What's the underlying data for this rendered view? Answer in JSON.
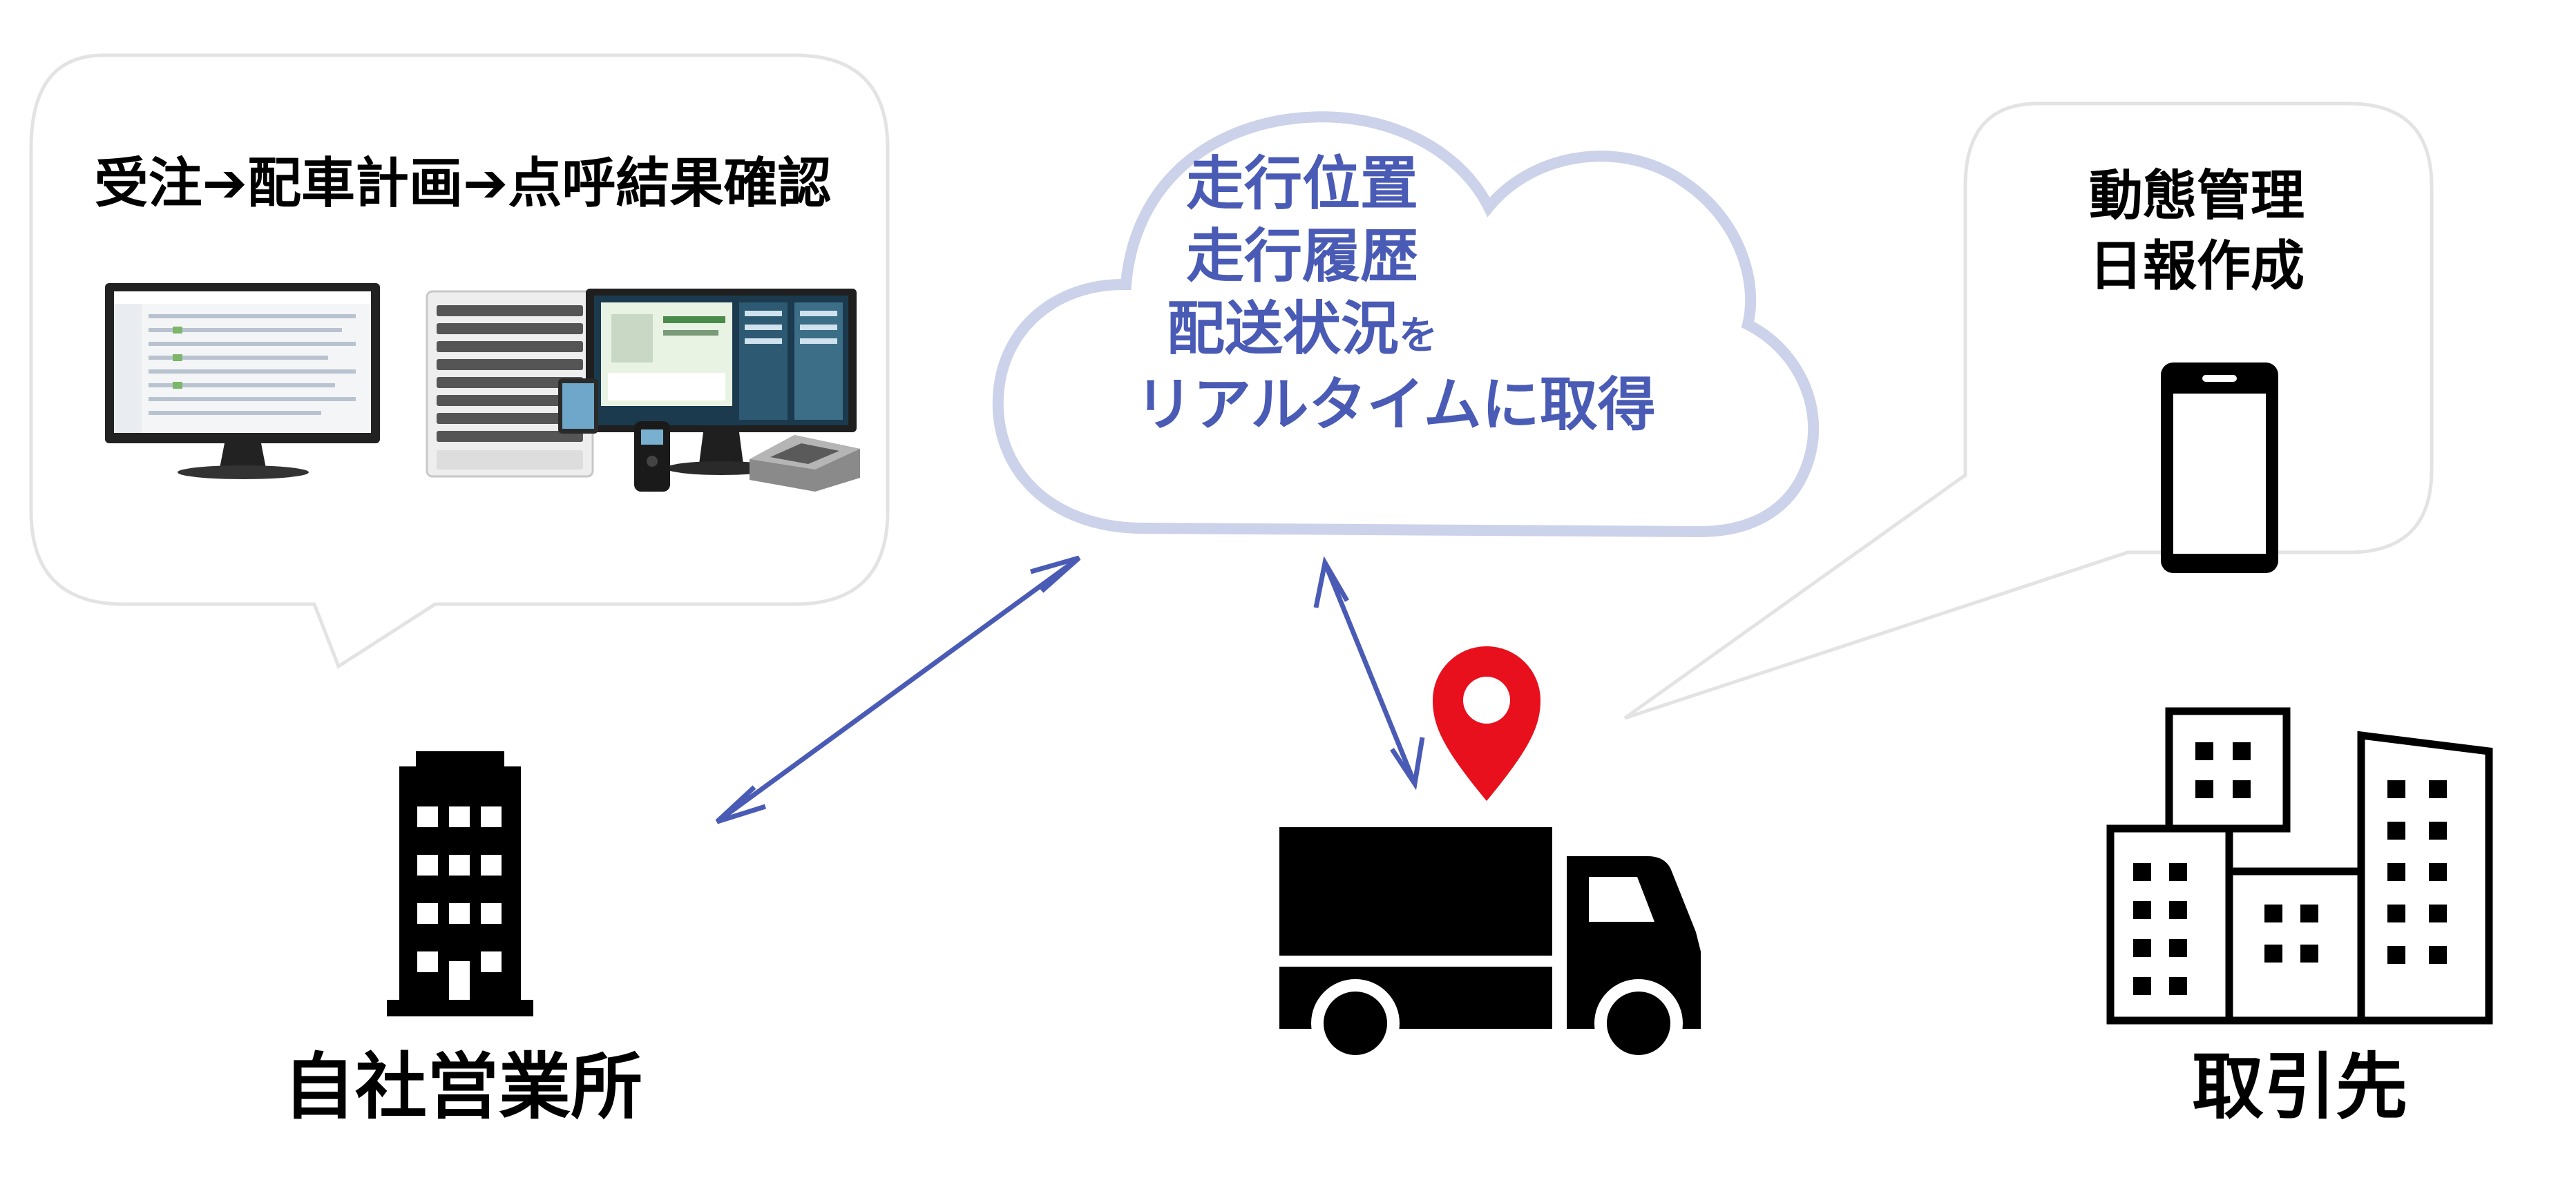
{
  "office_bubble": {
    "flow_text": "受注➔配車計画➔点呼結果確認"
  },
  "cloud": {
    "lines": [
      "走行位置",
      "走行履歴",
      "配送状況",
      "リアルタイムに取得"
    ],
    "particle": "を"
  },
  "phone_bubble": {
    "lines": [
      "動態管理",
      "日報作成"
    ]
  },
  "labels": {
    "office": "自社営業所",
    "client": "取引先"
  },
  "colors": {
    "cloud_text": "#4a5bb5",
    "cloud_outline": "#cbd2ea",
    "arrow": "#4a5bb5",
    "pin": "#e8101c",
    "bubble_outline": "#e3e3e3",
    "icon": "#000000"
  }
}
